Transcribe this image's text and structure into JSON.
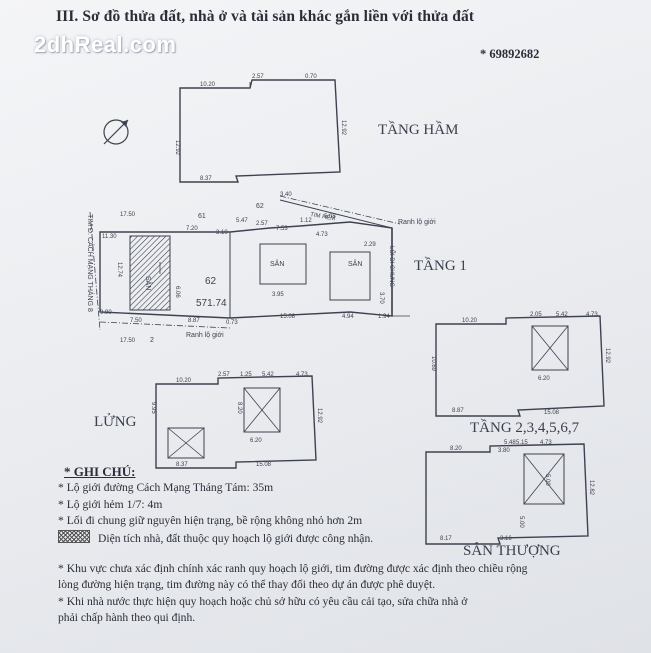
{
  "document": {
    "title": "III. Sơ đồ thửa đất, nhà ở và tài sản khác gắn liền với thửa đất",
    "watermark": "2dhReal.com",
    "serial": "* 69892682"
  },
  "labels": {
    "tang_ham": "TẦNG HẦM",
    "tang_1": "TẦNG 1",
    "lung": "LỬNG",
    "tang_2_7": "TẦNG 2,3,4,5,6,7",
    "san_thuong": "SÂN THƯỢNG",
    "street": "TIM Đ. CÁCH MẠNG THÁNG 8",
    "lane": "TIM HẺM",
    "lane_access": "LỐI ĐI CHUNG",
    "boundary_top": "Ranh lộ giới",
    "boundary_bottom": "Ranh lộ giới",
    "parcel_number": "62",
    "parcel_area": "571.74",
    "parcel_61": "61",
    "parcel_62": "62",
    "parcel_2": "2",
    "san_1": "SÂN",
    "san_2": "SÂN",
    "san_3": "SÂN"
  },
  "dims": {
    "ham": [
      "10.20",
      "2.57",
      "0.70",
      "12.92",
      "12.92",
      "8.37"
    ],
    "t1": [
      "17.50",
      "11.30",
      "7.20",
      "3.10",
      "2.57",
      "7.53",
      "3.40",
      "1.12",
      "5.08",
      "2.29",
      "12.74",
      "9.90",
      "7.50",
      "8.87",
      "15.08",
      "4.94",
      "1.94",
      "17.50",
      "5.47",
      "4.73",
      "3.70",
      "6.06",
      "3.95",
      "0.73"
    ],
    "lung": [
      "10.20",
      "2.57",
      "1.25",
      "5.42",
      "4.73",
      "9.95",
      "12.92",
      "8.20",
      "6.20",
      "8.37",
      "15.08"
    ],
    "t27": [
      "10.20",
      "2.05",
      "5.42",
      "4.73",
      "10.69",
      "12.92",
      "6.20",
      "8.87",
      "15.08"
    ],
    "st": [
      "8.20",
      "5.48",
      "4.73",
      "3.80",
      "12.82",
      "8.17",
      "3.16",
      "5.00",
      "5.00",
      "5.15"
    ]
  },
  "notes": {
    "heading": "* GHI CHÚ:",
    "items": [
      "* Lộ giới đường Cách Mạng Tháng Tám: 35m",
      "* Lộ giới hẻm 1/7: 4m",
      "* Lối đi chung giữ nguyên hiện trạng, bề rộng không nhỏ hơn 2m"
    ],
    "hatch_legend": "Diện tích nhà, đất thuộc quy hoạch lộ giới được công nhận.",
    "para1": [
      "* Khu vực chưa xác định chính xác ranh quy hoạch lộ giới, tim đường được xác định theo chiều rộng",
      "lòng đường hiện trạng, tim đường này có thể thay đổi theo dự án được phê duyệt."
    ],
    "para2": [
      "* Khi nhà nước thực hiện quy hoạch hoặc chủ sở hữu có yêu cầu cải tạo, sửa chữa nhà ở",
      "phải chấp hành theo qui định."
    ]
  }
}
